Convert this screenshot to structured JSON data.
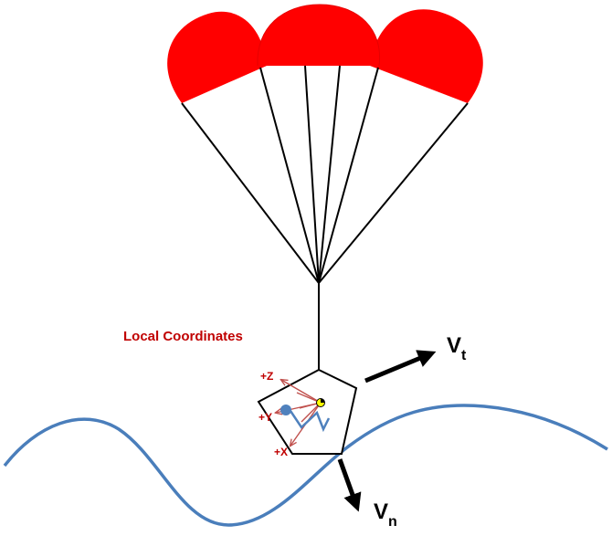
{
  "diagram": {
    "local_coordinates_label": "Local Coordinates",
    "axes": {
      "z_label": "+Z",
      "y_label": "+Y",
      "x_label": "+X"
    },
    "velocity_tangential": {
      "symbol": "V",
      "subscript": "t"
    },
    "velocity_normal": {
      "symbol": "V",
      "subscript": "n"
    }
  },
  "colors": {
    "canopy": "#ff0000",
    "label_red": "#c00000",
    "axis_arrows": "#c0504d",
    "wave": "#4a7ebb",
    "ink": "#000000",
    "origin_marker": "#ffff00",
    "body_point": "#4f81bd"
  }
}
